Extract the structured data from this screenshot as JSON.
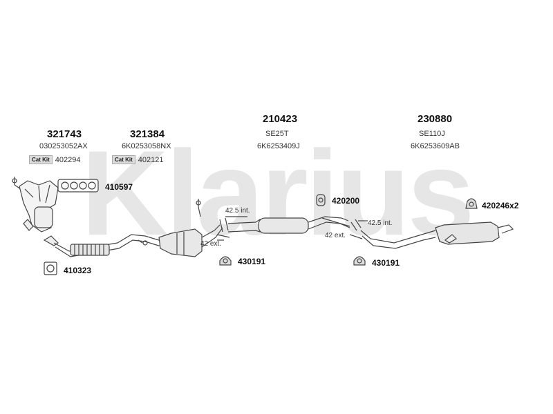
{
  "watermark": {
    "text": "Klarius"
  },
  "groups": [
    {
      "part": "321743",
      "code": "030253052AX",
      "catkit_label": "Cat Kit",
      "catkit_number": "402294"
    },
    {
      "part": "321384",
      "code": "6K0253058NX",
      "catkit_label": "Cat Kit",
      "catkit_number": "402121"
    },
    {
      "part": "210423",
      "code1": "SE25T",
      "code2": "6K6253409J"
    },
    {
      "part": "230880",
      "code1": "SE110J",
      "code2": "6K6253609AB"
    }
  ],
  "components": [
    {
      "number": "410597"
    },
    {
      "number": "410323"
    },
    {
      "number": "420200"
    },
    {
      "number": "430191"
    },
    {
      "number": "430191"
    },
    {
      "number": "420246x2"
    }
  ],
  "dimensions": [
    {
      "text": "42.5 int."
    },
    {
      "text": "42 ext."
    },
    {
      "text": "42.5 int."
    },
    {
      "text": "42 ext."
    }
  ]
}
